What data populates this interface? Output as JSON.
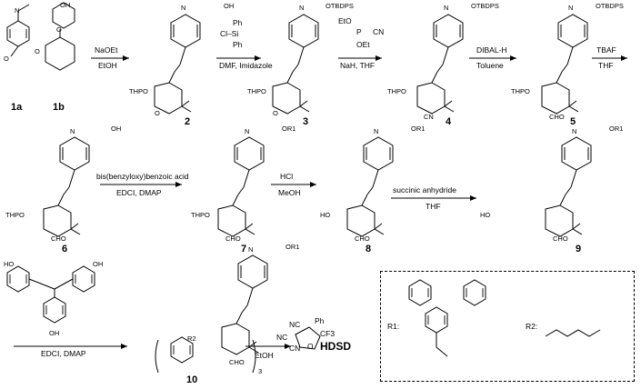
{
  "compounds": {
    "c1a": "1a",
    "c1b": "1b",
    "c2": "2",
    "c3": "3",
    "c4": "4",
    "c5": "5",
    "c6": "6",
    "c7": "7",
    "c8": "8",
    "c9": "9",
    "c10": "10",
    "final": "HDSD"
  },
  "reagents": {
    "s1_top": "NaOEt",
    "s1_bottom": "EtOH",
    "s2_top_a": "Ph",
    "s2_top_b": "Cl–Si",
    "s2_top_c": "Ph",
    "s2_bottom": "DMF, Imidazole",
    "s3_a": "EtO",
    "s3_b": "P",
    "s3_c": "CN",
    "s3_d": "OEt",
    "s3_bottom": "NaH, THF",
    "s4_top": "DIBAL-H",
    "s4_bottom": "Toluene",
    "s5_top": "TBAF",
    "s5_bottom": "THF",
    "s6_top": "bis(benzyloxy)benzoic acid",
    "s6_bottom": "EDCI, DMAP",
    "s7_top": "HCl",
    "s7_bottom": "MeOH",
    "s8_top": "succinic anhydride",
    "s8_bottom": "THF",
    "s9_bottom": "EDCI, DMAP",
    "s10_cn1": "NC",
    "s10_cn2": "NC",
    "s10_cn3": "CN",
    "s10_ph": "Ph",
    "s10_cf3": "CF3",
    "s10_o": "O",
    "s10_bottom": "EtOH"
  },
  "groups": {
    "oh": "OH",
    "otbdps": "OTBDPS",
    "or1": "OR1",
    "n": "N",
    "o": "O",
    "thpo": "THPO",
    "cho": "CHO",
    "cn": "CN",
    "ho": "HO",
    "r2": "R2",
    "sub3": "3",
    "r1_label": "R1:",
    "r2_label": "R2:"
  },
  "colors": {
    "ink": "#000000",
    "background": "#ffffff"
  }
}
